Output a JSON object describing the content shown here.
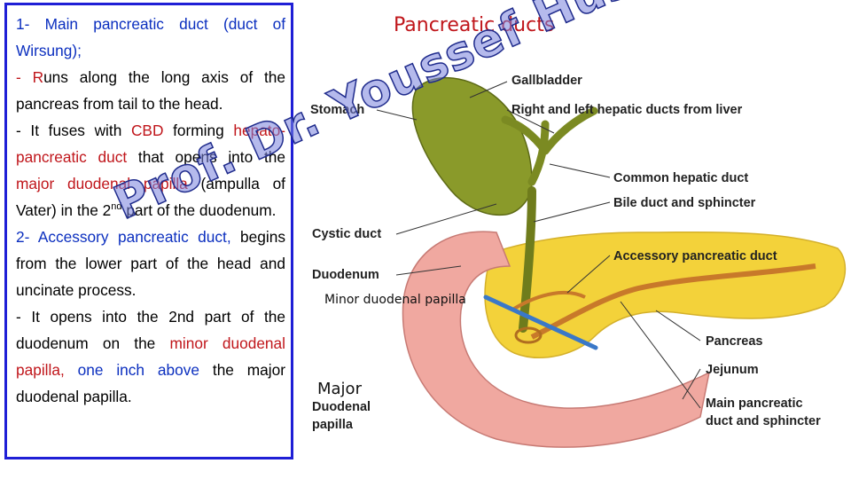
{
  "slide_title": "Pancreatic ducts",
  "text_panel": {
    "p1_prefix": "1- ",
    "p1_heading": "Main pancreatic duct (duct of Wirsung);",
    "p2_dash": "- ",
    "p2_r": "R",
    "p2_text": "uns along the long axis of the pancreas from tail to the head.",
    "p3_text1": "- It fuses with ",
    "p3_cbd": "CBD",
    "p3_text2": " forming ",
    "p3_red1": "hepato-pancreatic duct",
    "p3_text3": " that opens into the ",
    "p3_red2": "major duodenal papilla",
    "p3_text4": " (ampulla of Vater) in the 2",
    "p3_sup": "nd",
    "p3_text5": " part of the duodenum.",
    "p4_heading": "2- Accessory pancreatic duct,",
    "p4_text": " begins from the lower part of the head and uncinate process.",
    "p5_text1": "- It opens into the 2nd part of the duodenum on the ",
    "p5_red": "minor duodenal papilla,",
    "p5_blue": " one inch above",
    "p5_text2": " the major duodenal papilla."
  },
  "diagram_labels": {
    "gallbladder": "Gallbladder",
    "stomach": "Stomach",
    "hepatic_ducts": "Right and left hepatic ducts from liver",
    "common_hepatic": "Common hepatic duct",
    "bile_duct": "Bile duct and sphincter",
    "cystic_duct": "Cystic duct",
    "accessory_duct": "Accessory pancreatic duct",
    "duodenum": "Duodenum",
    "minor_papilla": "Minor duodenal papilla",
    "pancreas": "Pancreas",
    "jejunum": "Jejunum",
    "major_word": "Major",
    "duodenal_word": "Duodenal",
    "papilla_word": "papilla",
    "main_duct_line1": "Main pancreatic",
    "main_duct_line2": "duct and sphincter"
  },
  "watermark": "Prof. Dr. Youssef Hussein",
  "colors": {
    "border": "#1f1fd6",
    "red_text": "#c0161b",
    "blue_text": "#0b2fbf",
    "pancreas": "#f3d23a",
    "duodenum": "#f0a8a0",
    "gallbladder": "#8a9a2a"
  }
}
